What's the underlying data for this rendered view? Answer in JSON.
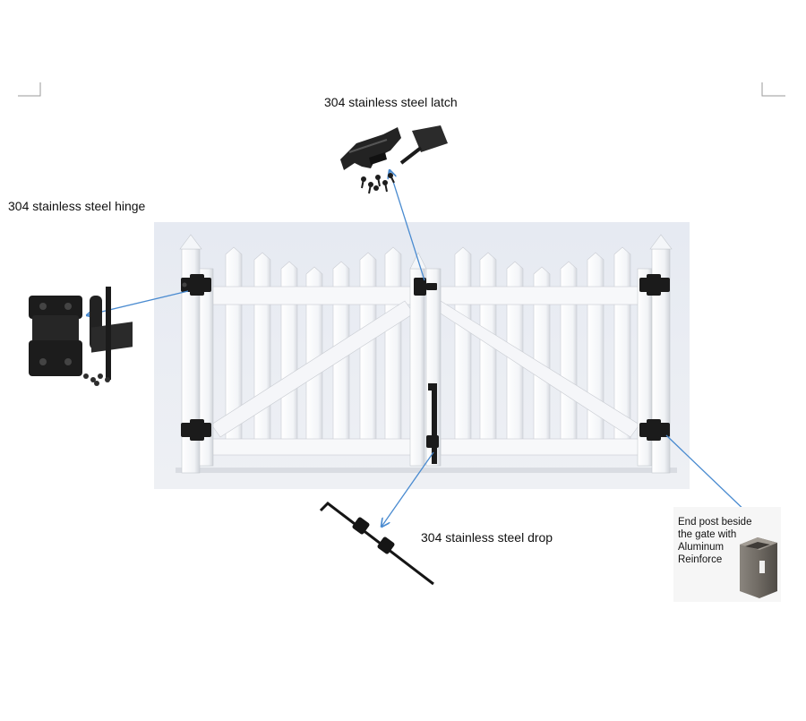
{
  "labels": {
    "latch": "304 stainless steel latch",
    "hinge": "304 stainless steel hinge",
    "drop": "304 stainless steel drop",
    "end_post": [
      "End post beside",
      "the gate with",
      "Aluminum",
      "Reinforce"
    ]
  },
  "colors": {
    "arrow": "#4a8bd0",
    "fence": "#f4f6f9",
    "fence_shadow": "#c9ccd2",
    "backdrop": "#e9ecf3",
    "hardware": "#1b1b1b",
    "post_metal": "#6f6a63"
  },
  "icons": {
    "latch": "latch-hardware-icon",
    "hinge": "hinge-hardware-icon",
    "drop": "drop-rod-icon",
    "end_post": "aluminum-post-insert-icon"
  }
}
